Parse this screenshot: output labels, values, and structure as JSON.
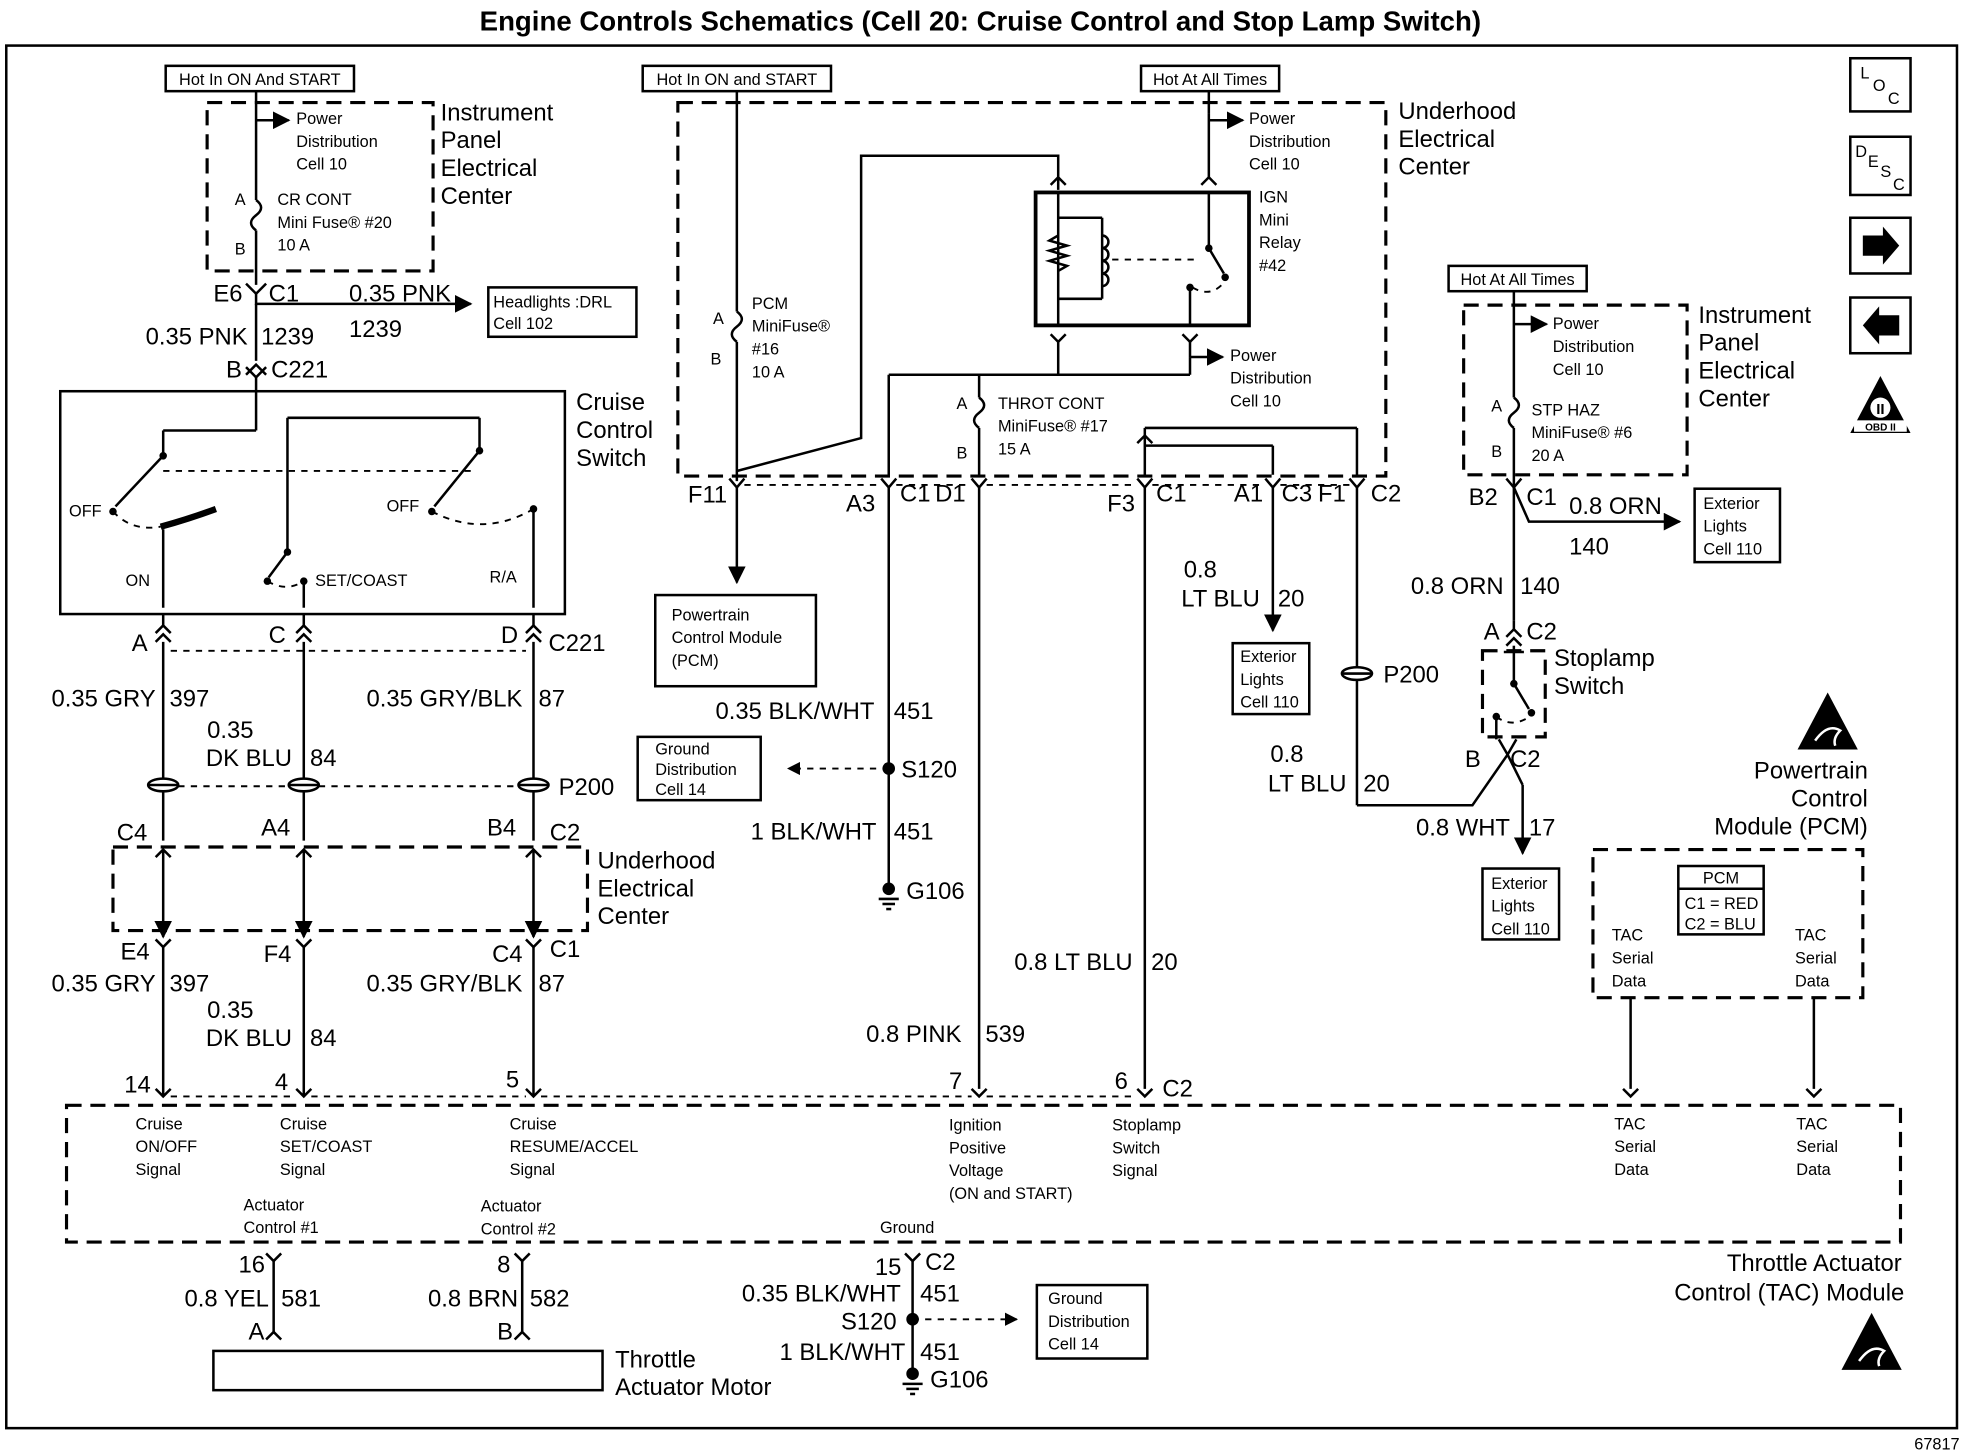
{
  "title": "Engine Controls Schematics (Cell 20: Cruise Control and Stop Lamp Switch)",
  "figure_number": "67817",
  "nav_icons": {
    "loc": [
      "L",
      "O",
      "C"
    ],
    "desc": [
      "D",
      "E",
      "S",
      "C"
    ],
    "next": "arrow-right-icon",
    "prev": "arrow-left-icon",
    "obd": "OBD II"
  },
  "hot_labels": {
    "ipec_on_start": "Hot In ON And START",
    "uhec_on_start": "Hot In ON and START",
    "uhec_all_times": "Hot At All Times",
    "ipec2_all_times": "Hot At All Times"
  },
  "ipec_left": {
    "name": [
      "Instrument",
      "Panel",
      "Electrical",
      "Center"
    ],
    "power_dist": [
      "Power",
      "Distribution",
      "Cell 10"
    ],
    "pin_a": "A",
    "pin_b": "B",
    "fuse": [
      "CR CONT",
      "Mini Fuse® #20",
      "10 A"
    ]
  },
  "uhec_top": {
    "name": [
      "Underhood",
      "Electrical",
      "Center"
    ],
    "pcm_fuse": [
      "PCM",
      "MiniFuse®",
      "#16",
      "10 A"
    ],
    "pin_a": "A",
    "pin_b": "B",
    "power_dist1": [
      "Power",
      "Distribution",
      "Cell 10"
    ],
    "relay": [
      "IGN",
      "Mini",
      "Relay",
      "#42"
    ],
    "power_dist2": [
      "Power",
      "Distribution",
      "Cell 10"
    ],
    "throt_fuse": [
      "THROT CONT",
      "MiniFuse® #17",
      "15 A"
    ],
    "throt_pin_a": "A",
    "throt_pin_b": "B"
  },
  "ipec_right": {
    "name": [
      "Instrument",
      "Panel",
      "Electrical",
      "Center"
    ],
    "power_dist": [
      "Power",
      "Distribution",
      "Cell 10"
    ],
    "pin_a": "A",
    "pin_b": "B",
    "fuse": [
      "STP HAZ",
      "MiniFuse® #6",
      "20 A"
    ]
  },
  "connectors": {
    "e6": "E6",
    "c1_e6": "C1",
    "b_c221": "B",
    "c221_top": "C221",
    "a_c221": "A",
    "c_c221": "C",
    "d_c221": "D",
    "c221_bottom": "C221",
    "p200_left": "P200",
    "c4": "C4",
    "a4": "A4",
    "b4": "B4",
    "c2_left": "C2",
    "e4": "E4",
    "f4": "F4",
    "c4b": "C4",
    "c1_b": "C1",
    "f11": "F11",
    "a3": "A3",
    "c1_top": "C1",
    "d1": "D1",
    "f3": "F3",
    "c1_f3": "C1",
    "a1": "A1",
    "c3": "C3",
    "f1": "F1",
    "c2_f1": "C2",
    "b2": "B2",
    "c1_b2": "C1",
    "a_sw": "A",
    "c2_sw_top": "C2",
    "b_sw": "B",
    "c2_sw_bot": "C2",
    "p200_right": "P200",
    "pin14": "14",
    "pin4": "4",
    "pin5": "5",
    "pin7": "7",
    "pin6": "6",
    "c2_tac": "C2",
    "pin16": "16",
    "pin8": "8",
    "pin15": "15",
    "c2_bottom": "C2",
    "motor_a": "A",
    "motor_b": "B"
  },
  "wires": {
    "pnk_left": [
      "0.35 PNK",
      "1239"
    ],
    "pnk_right": [
      "0.35 PNK",
      "1239"
    ],
    "gry_top": [
      "0.35 GRY",
      "397"
    ],
    "dkblu_top": [
      "0.35",
      "DK BLU",
      "84"
    ],
    "gryblk_top": [
      "0.35 GRY/BLK",
      "87"
    ],
    "gry_bot": [
      "0.35 GRY",
      "397"
    ],
    "dkblu_bot": [
      "0.35",
      "DK BLU",
      "84"
    ],
    "gryblk_bot": [
      "0.35 GRY/BLK",
      "87"
    ],
    "blkwht_top": [
      "0.35 BLK/WHT",
      "451"
    ],
    "blkwht_top2": [
      "1 BLK/WHT",
      "451"
    ],
    "pink_539": [
      "0.8 PINK",
      "539"
    ],
    "ltblu_f3": [
      "0.8 LT BLU",
      "20"
    ],
    "ltblu_a1": [
      "0.8",
      "LT BLU",
      "20"
    ],
    "ltblu_f1": [
      "0.8",
      "LT BLU",
      "20"
    ],
    "orn_right": [
      "0.8 ORN",
      "140"
    ],
    "orn_down": [
      "0.8 ORN",
      "140"
    ],
    "wht_17": [
      "0.8 WHT",
      "17"
    ],
    "yel_581": [
      "0.8 YEL",
      "581"
    ],
    "brn_582": [
      "0.8 BRN",
      "582"
    ],
    "blkwht_bot": [
      "0.35 BLK/WHT",
      "451"
    ],
    "blkwht_bot2": [
      "1 BLK/WHT",
      "451"
    ]
  },
  "splices": {
    "s120_top": "S120",
    "g106_top": "G106",
    "s120_bot": "S120",
    "g106_bot": "G106"
  },
  "refs": {
    "headlights": [
      "Headlights :DRL",
      "Cell 102"
    ],
    "pcm_box": [
      "Powertrain",
      "Control Module",
      "(PCM)"
    ],
    "ground_top": [
      "Ground",
      "Distribution",
      "Cell 14"
    ],
    "ext_lights_a1": [
      "Exterior",
      "Lights",
      "Cell 110"
    ],
    "ext_lights_orn": [
      "Exterior",
      "Lights",
      "Cell 110"
    ],
    "ext_lights_wht": [
      "Exterior",
      "Lights",
      "Cell 110"
    ],
    "ground_bot": [
      "Ground",
      "Distribution",
      "Cell 14"
    ]
  },
  "cruise_switch": {
    "name": [
      "Cruise",
      "Control",
      "Switch"
    ],
    "off_left": "OFF",
    "on": "ON",
    "off_right": "OFF",
    "set_coast": "SET/COAST",
    "ra": "R/A"
  },
  "stoplamp_switch": {
    "name": [
      "Stoplamp",
      "Switch"
    ]
  },
  "pcm_module": {
    "name": [
      "Powertrain",
      "Control",
      "Module (PCM)"
    ],
    "legend_title": "PCM",
    "legend": [
      "C1 = RED",
      "C2 = BLU"
    ],
    "tac_left": [
      "TAC",
      "Serial",
      "Data"
    ],
    "tac_right": [
      "TAC",
      "Serial",
      "Data"
    ]
  },
  "uhec_mid": {
    "name": [
      "Underhood",
      "Electrical",
      "Center"
    ]
  },
  "tac_module": {
    "name": [
      "Throttle Actuator",
      "Control (TAC) Module"
    ],
    "signals": {
      "s14": [
        "Cruise",
        "ON/OFF",
        "Signal"
      ],
      "s4": [
        "Cruise",
        "SET/COAST",
        "Signal"
      ],
      "s5": [
        "Cruise",
        "RESUME/ACCEL",
        "Signal"
      ],
      "s7": [
        "Ignition",
        "Positive",
        "Voltage",
        "(ON and START)"
      ],
      "s6": [
        "Stoplamp",
        "Switch",
        "Signal"
      ],
      "tac1": [
        "TAC",
        "Serial",
        "Data"
      ],
      "tac2": [
        "TAC",
        "Serial",
        "Data"
      ]
    },
    "actuator1": [
      "Actuator",
      "Control #1"
    ],
    "actuator2": [
      "Actuator",
      "Control #2"
    ],
    "ground": "Ground"
  },
  "motor": {
    "name": [
      "Throttle",
      "Actuator Motor"
    ]
  }
}
